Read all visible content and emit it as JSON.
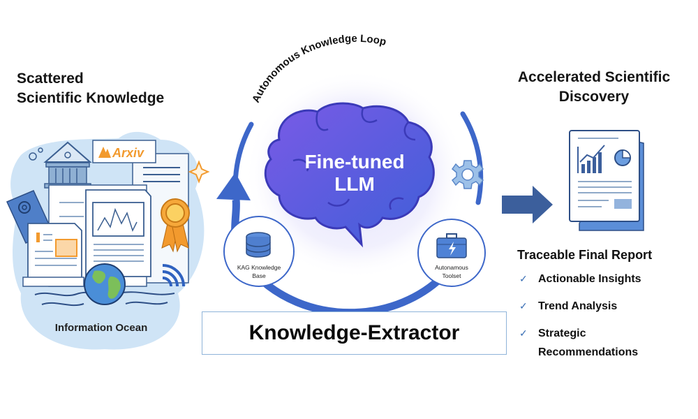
{
  "left": {
    "title_line1": "Scattered",
    "title_line2": "Scientific Knowledge",
    "arxiv_label": "Arxiv",
    "ocean_label": "Information Ocean"
  },
  "center": {
    "loop_label": "Autonomous Knowledge Loop",
    "brain_line1": "Fine-tuned",
    "brain_line2": "LLM",
    "kb_line1": "KAG Knowledge",
    "kb_line2": "Base",
    "tool_line1": "Autonamous",
    "tool_line2": "Toolset",
    "extractor_label": "Knowledge-Extractor"
  },
  "right": {
    "title_line1": "Accelerated Scientific",
    "title_line2": "Discovery",
    "report_title": "Traceable Final Report",
    "check_glyph": "✓",
    "bullets": [
      "Actionable  Insights",
      "Trend Analysis",
      "Strategic Recommendations"
    ]
  },
  "colors": {
    "loop_blue": "#3d67c9",
    "brain_purple": "#5b55dc",
    "arrow_blue": "#3c5f9c",
    "accent_orange": "#f29a2e",
    "light_blue_bg": "#cfe4f6"
  }
}
